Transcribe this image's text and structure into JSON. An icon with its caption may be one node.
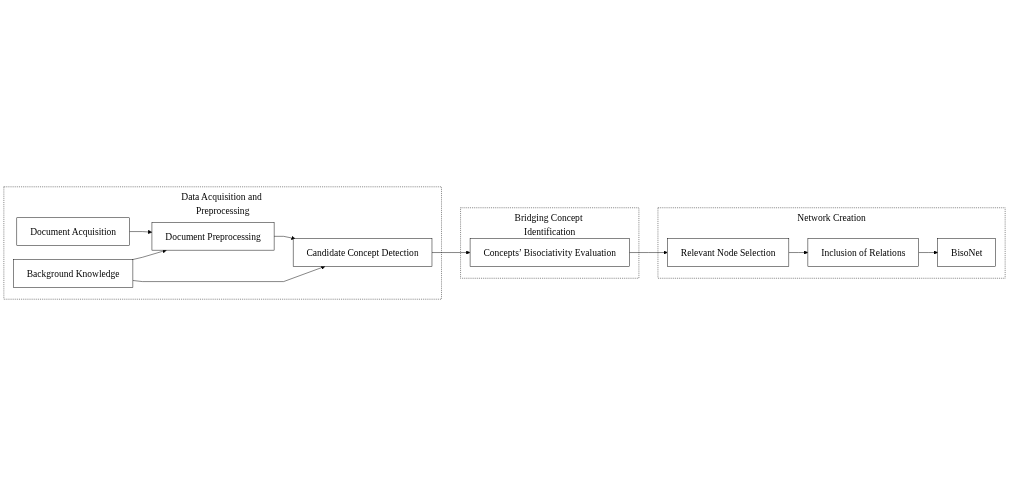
{
  "diagram": {
    "nodes": [
      {
        "text": [
          "Data Acquisition and Preprocessing"
        ]
      },
      {
        "text": [
          "Document Acquisition"
        ],
        "in": 0
      },
      {
        "text": [
          "Document Preprocessing"
        ],
        "in": 0
      },
      {
        "text": [
          "Background Knowledge"
        ],
        "in": 0
      },
      {
        "text": [
          "Candidate Concept Detection"
        ],
        "in": 0
      },
      {
        "text": [
          "Bridging Concept Identification"
        ]
      },
      {
        "text": [
          "Concepts’ Bisociativity Evaluation"
        ],
        "in": 5
      },
      {
        "text": [
          "Network Creation"
        ]
      },
      {
        "text": [
          "Relevant Node Selection"
        ],
        "in": 7
      },
      {
        "text": [
          "Inclusion of Relations"
        ],
        "in": 7
      },
      {
        "text": [
          "BisoNet"
        ],
        "in": 7
      }
    ],
    "edges": [
      {
        "from": 1,
        "to": 2,
        "arrow": "to"
      },
      {
        "from": 3,
        "to": 2,
        "arrow": "to"
      },
      {
        "from": 2,
        "to": 4,
        "arrow": "to"
      },
      {
        "from": 3,
        "to": 4,
        "arrow": "to"
      },
      {
        "from": 4,
        "to": 6,
        "arrow": "to"
      },
      {
        "from": 6,
        "to": 8,
        "arrow": "to"
      },
      {
        "from": 8,
        "to": 9,
        "arrow": "to"
      },
      {
        "from": 9,
        "to": 10,
        "arrow": "to"
      }
    ]
  }
}
